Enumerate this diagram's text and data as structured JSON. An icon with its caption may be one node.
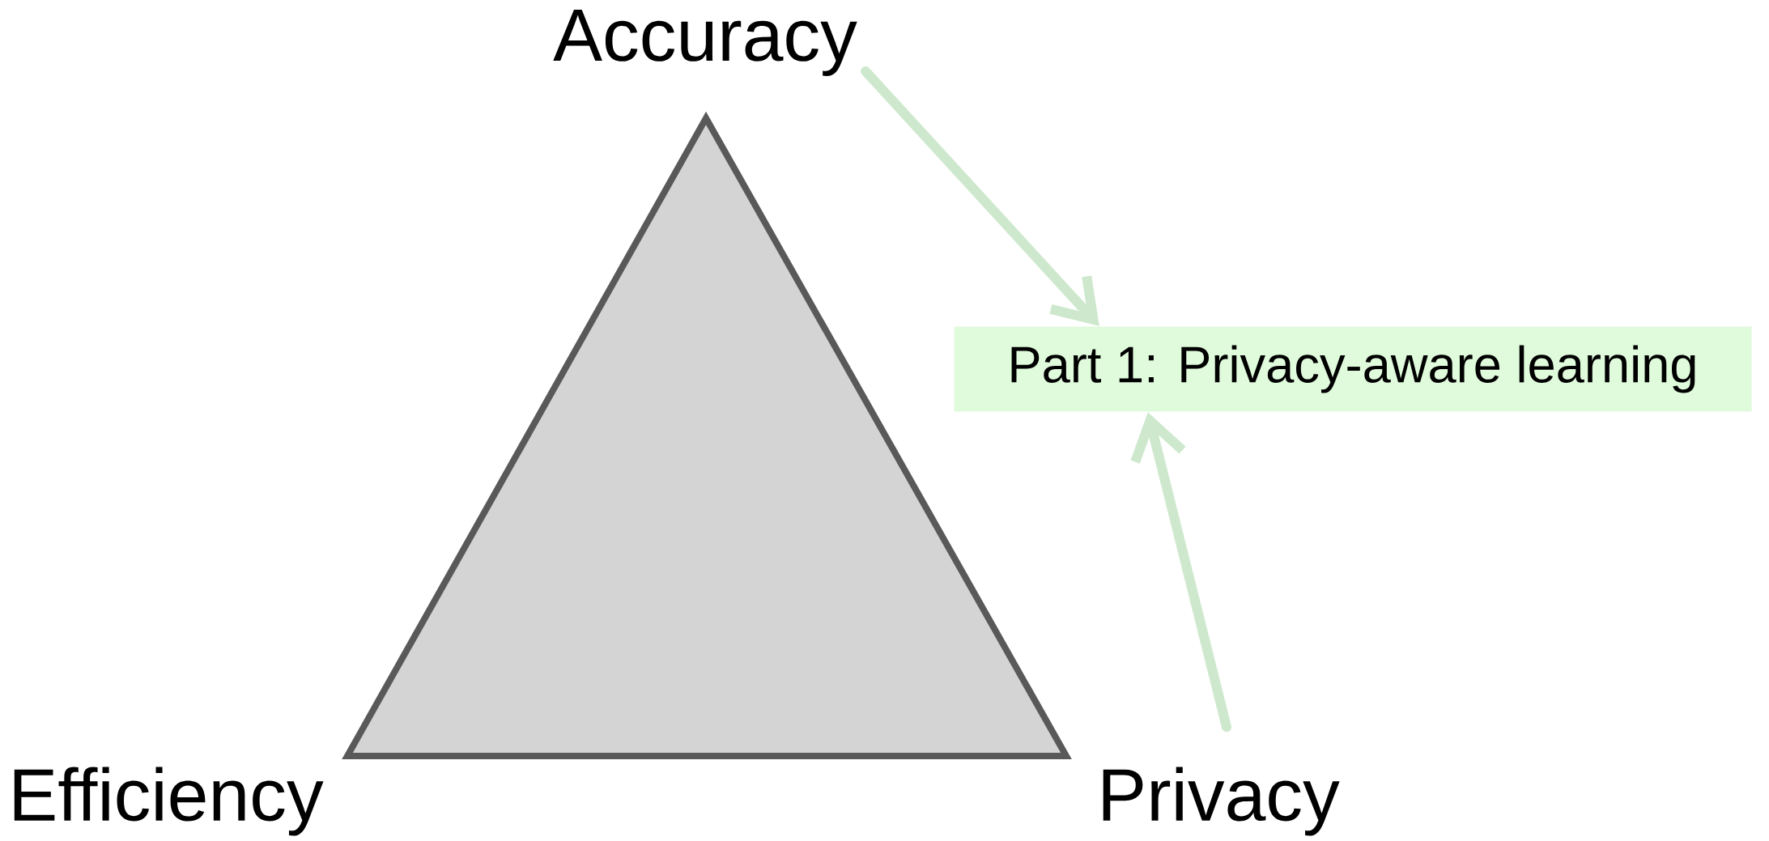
{
  "diagram": {
    "nodes": [
      {
        "text": [
          "Accuracy"
        ]
      },
      {
        "text": [
          "Efficiency"
        ]
      },
      {
        "text": [
          "Privacy"
        ]
      },
      {
        "text": [
          "Part 1: Privacy-aware learning"
        ]
      }
    ],
    "edges": [
      {
        "from": 0,
        "to": 3,
        "arrow": "to"
      },
      {
        "from": 2,
        "to": 3,
        "arrow": "to"
      }
    ]
  }
}
